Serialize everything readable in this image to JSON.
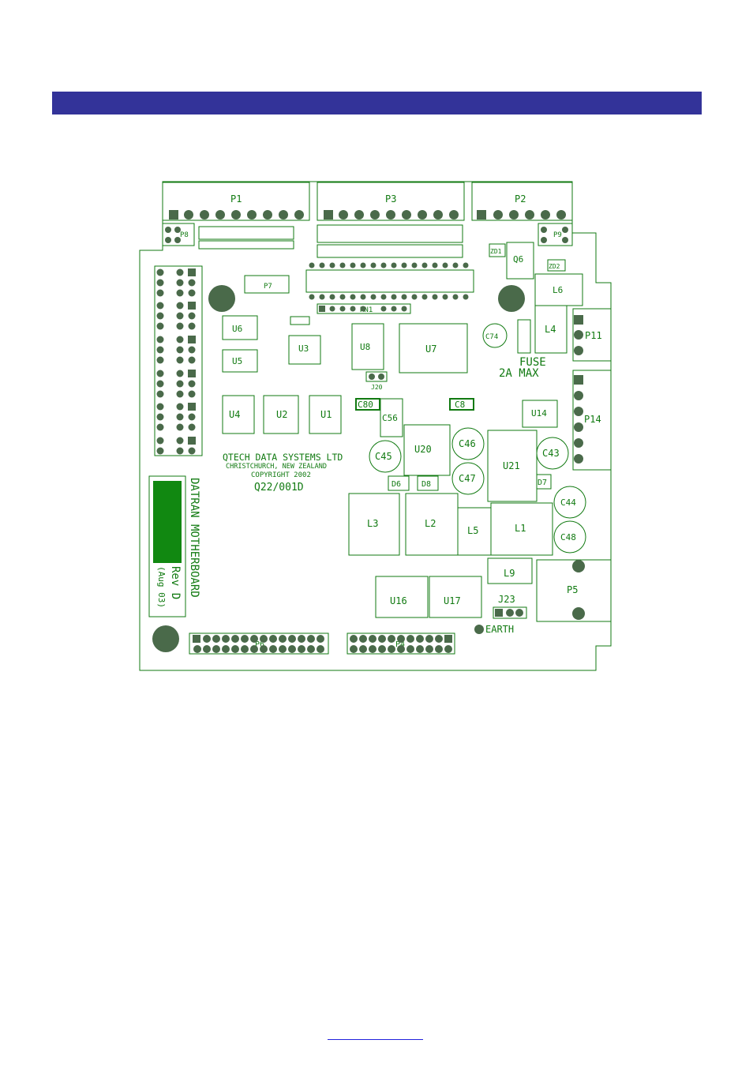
{
  "board": {
    "connectors": {
      "p1": "P1",
      "p3": "P3",
      "p2": "P2",
      "p11": "P11",
      "p14": "P14",
      "p5": "P5",
      "p6": "P6",
      "p4": "P4",
      "p7": "P7",
      "p8": "P8",
      "p9": "P9"
    },
    "chips": {
      "u6": "U6",
      "u5": "U5",
      "u3": "U3",
      "u8": "U8",
      "u7": "U7",
      "u4": "U4",
      "u2": "U2",
      "u1": "U1",
      "u20": "U20",
      "u21": "U21",
      "u14": "U14",
      "u16": "U16",
      "u17": "U17",
      "q6": "Q6"
    },
    "inductors": {
      "l3": "L3",
      "l2": "L2",
      "l5": "L5",
      "l1": "L1",
      "l4": "L4",
      "l6": "L6",
      "l9": "L9"
    },
    "caps": {
      "c45": "C45",
      "c46": "C46",
      "c47": "C47",
      "c43": "C43",
      "c44": "C44",
      "c48": "C48",
      "c74": "C74",
      "c56": "C56",
      "c80": "C80",
      "c8": "C8"
    },
    "small": {
      "d6": "D6",
      "d8": "D8",
      "d7": "D7",
      "zd1": "ZD1",
      "zd2": "ZD2",
      "rn1": "RN1",
      "j23": "J23",
      "j20": "J20",
      "fuse_lbl": "FUSE"
    },
    "fuse_text": "FUSE",
    "fuse_rating": "2A MAX",
    "company": "QTECH DATA SYSTEMS LTD",
    "location": "CHRISTCHURCH, NEW ZEALAND",
    "copyright": "COPYRIGHT 2002",
    "part_number": "Q22/001D",
    "board_name": "DATRAN MOTHERBOARD",
    "revision": "Rev D",
    "revision_date": "(Aug 03)",
    "earth": "EARTH"
  },
  "colors": {
    "header_bar": "#333399",
    "silkscreen": "#117a11",
    "pad": "#4a6a4a",
    "label_block": "#118811"
  }
}
